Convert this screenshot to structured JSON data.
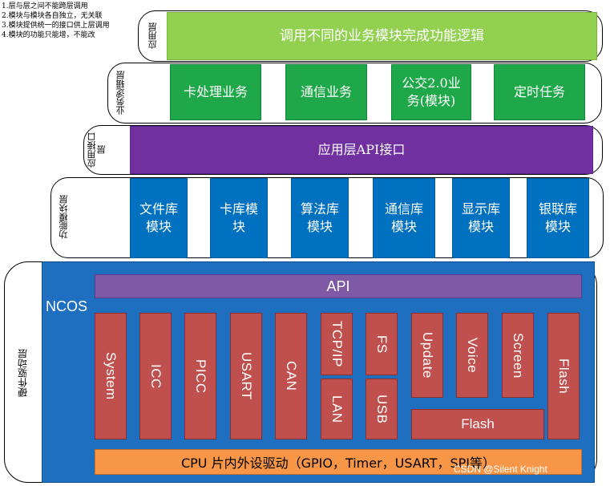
{
  "notes": [
    "1.层与层之间不能跨层调用",
    "2.模块与模块各自独立，无关联",
    "3.模块提供统一的接口供上层调用",
    "4.模块的功能只能增，不能改"
  ],
  "layers": {
    "app": {
      "label": "应用层",
      "box": "调用不同的业务模块完成功能逻辑"
    },
    "business": {
      "label": "业务逻辑层",
      "boxes": [
        "卡处理业务",
        "通信业务",
        "公交2.0业务(模块)",
        "定时任务"
      ]
    },
    "api_if": {
      "label": "应用接口层",
      "box": "应用层API接口"
    },
    "function": {
      "label": "功能模块层",
      "boxes": [
        "文件库模块",
        "卡库模块",
        "算法库模块",
        "通信库模块",
        "显示库模块",
        "银联库模块"
      ]
    },
    "hardware": {
      "label": "硬件驱动层",
      "ncos": "NCOS",
      "api": "API",
      "modules": {
        "system": "System",
        "icc": "ICC",
        "picc": "PICC",
        "usart": "USART",
        "can": "CAN",
        "tcpip": "TCP/IP",
        "lan": "LAN",
        "fs": "FS",
        "usb": "USB",
        "update": "Update",
        "voice": "Voice",
        "screen": "Screen",
        "flash_v": "Flash",
        "flash_h": "Flash"
      },
      "cpu": "CPU 片内外设驱动（GPIO，Timer，USART，SPI等）"
    }
  },
  "watermark": "CSDN @Silent Knight",
  "colors": {
    "app": "#92d050",
    "business": "#1ea84a",
    "api_if": "#7030a0",
    "function": "#0070c0",
    "hardware": "#1f6fc0",
    "module": "#c0504d",
    "api_bar": "#7f58a6",
    "cpu_bar": "#f79646"
  }
}
